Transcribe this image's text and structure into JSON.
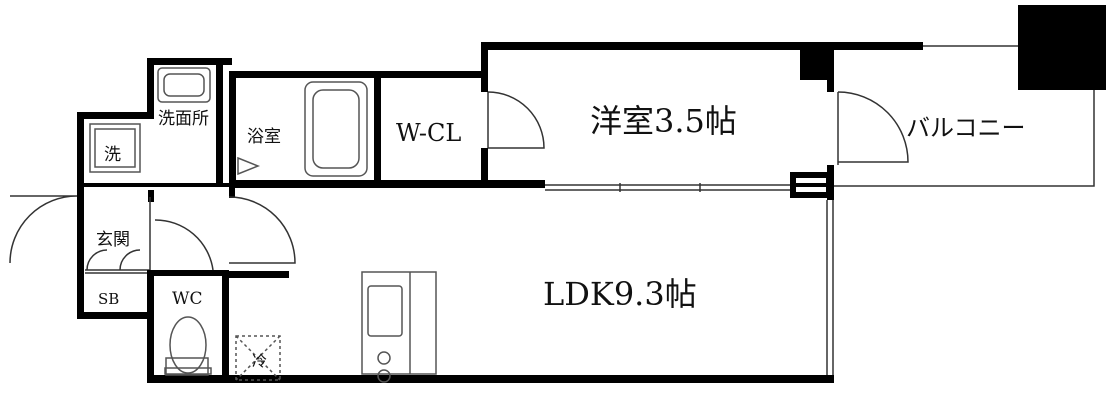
{
  "rooms": {
    "washroom": "洗面所",
    "washer": "洗",
    "bathroom": "浴室",
    "wcl": "W-CL",
    "western_room": "洋室3.5帖",
    "balcony": "バルコニー",
    "entrance": "玄関",
    "shoe_box": "SB",
    "toilet": "WC",
    "refrigerator": "冷",
    "ldk": "LDK9.3帖"
  },
  "colors": {
    "wall": "#000000",
    "line": "#333333",
    "fixture": "#555555",
    "background": "#ffffff"
  }
}
